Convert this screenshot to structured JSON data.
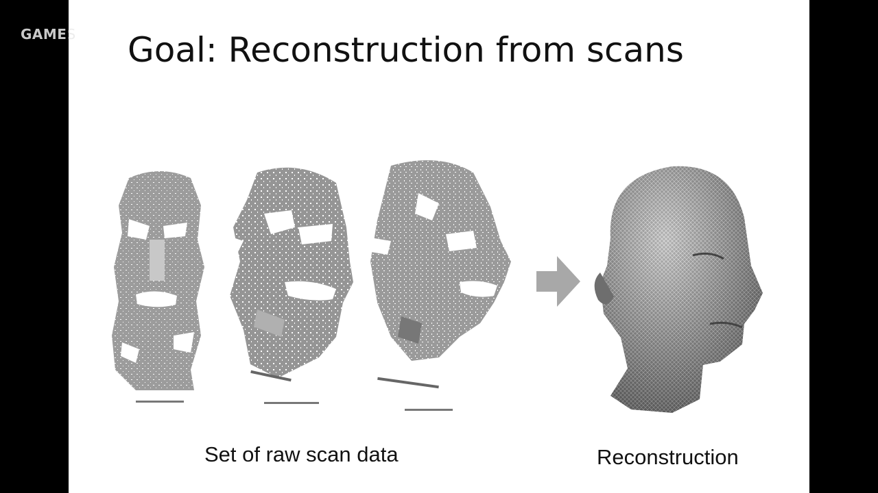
{
  "watermark": {
    "text": "GAME",
    "faded_text": "S"
  },
  "slide": {
    "title": "Goal: Reconstruction from scans",
    "caption_scans": "Set of raw scan data",
    "caption_reconstruction": "Reconstruction"
  },
  "colors": {
    "slide_background": "#ffffff",
    "letterbox": "#000000",
    "scan_gray": "#9a9a9a",
    "arrow_gray": "#a8a8a8",
    "mesh_gray": "#7a7a7a"
  },
  "icons": {
    "arrow": "right-arrow-icon"
  }
}
